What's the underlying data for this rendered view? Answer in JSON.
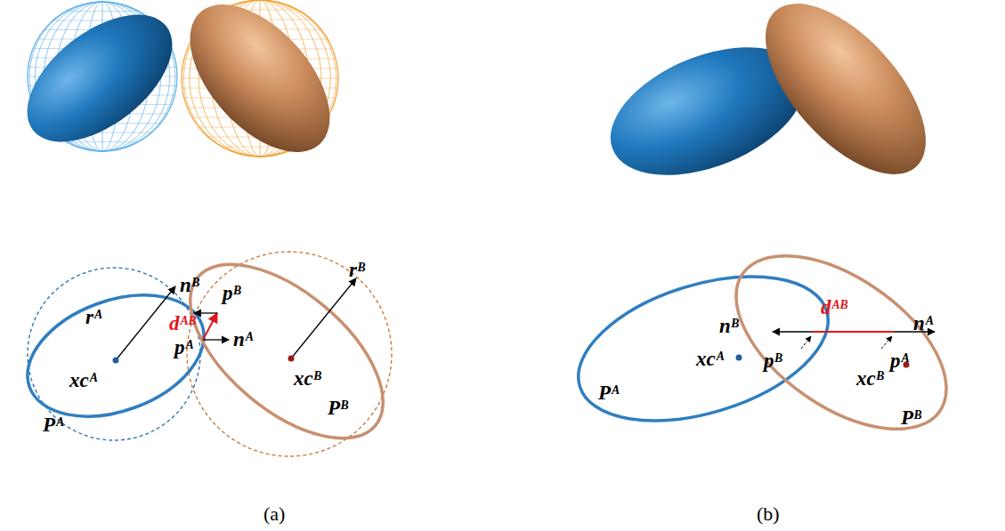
{
  "diagram": {
    "labels": [
      "rᴬ",
      "xcᴬ",
      "Pᴬ",
      "nᴮ",
      "pᴮ",
      "dᴬᴮ",
      "pᴬ",
      "nᴬ",
      "rᴮ",
      "xcᴮ",
      "Pᴮ",
      "(a)",
      "nᴮ",
      "dᴬᴮ",
      "nᴬ",
      "xcᴬ",
      "pᴮ",
      "pᴬ",
      "xcᴮ",
      "Pᴬ",
      "Pᴮ",
      "(b)"
    ]
  }
}
